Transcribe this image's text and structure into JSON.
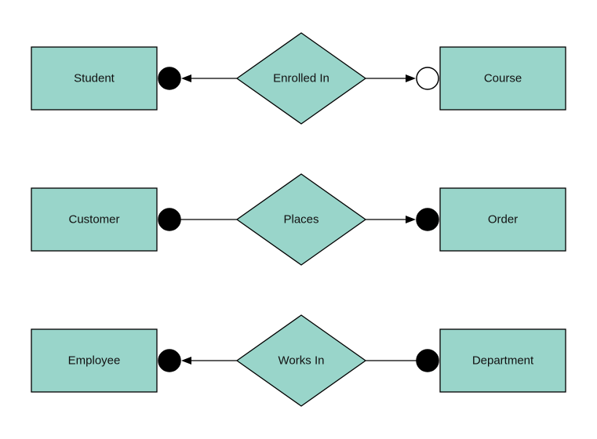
{
  "diagram": {
    "type": "entity-relationship-diagram",
    "shape_fill": "#99d5ca",
    "shape_stroke": "#000000",
    "line_color": "#000000",
    "background": "#ffffff",
    "rows": [
      {
        "left_entity": "Student",
        "relationship": "Enrolled In",
        "right_entity": "Course",
        "left_connector": {
          "marker": "filled-circle",
          "marker_fill": "#000000",
          "arrowhead": "pointing-left"
        },
        "right_connector": {
          "marker": "open-circle",
          "marker_fill": "#ffffff",
          "arrowhead": "pointing-right"
        }
      },
      {
        "left_entity": "Customer",
        "relationship": "Places",
        "right_entity": "Order",
        "left_connector": {
          "marker": "filled-circle",
          "marker_fill": "#000000",
          "arrowhead": "none"
        },
        "right_connector": {
          "marker": "filled-circle",
          "marker_fill": "#000000",
          "arrowhead": "pointing-right"
        }
      },
      {
        "left_entity": "Employee",
        "relationship": "Works In",
        "right_entity": "Department",
        "left_connector": {
          "marker": "filled-circle",
          "marker_fill": "#000000",
          "arrowhead": "pointing-left"
        },
        "right_connector": {
          "marker": "filled-circle",
          "marker_fill": "#000000",
          "arrowhead": "none"
        }
      }
    ]
  }
}
